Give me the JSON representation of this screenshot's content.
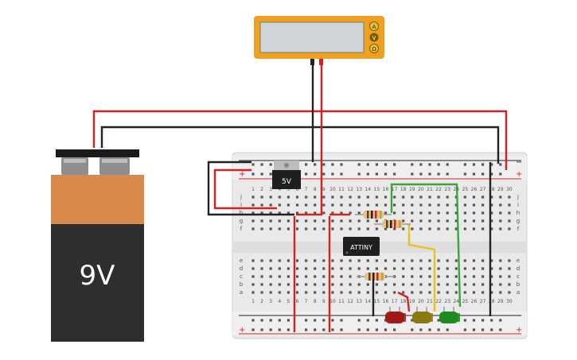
{
  "battery": {
    "label": "9V"
  },
  "multimeter": {
    "modes": [
      "A",
      "V",
      "Ω"
    ],
    "active_mode": "V"
  },
  "regulator": {
    "label": "5V"
  },
  "chip": {
    "label": "ATTINY"
  },
  "breadboard": {
    "columns": [
      "1",
      "2",
      "3",
      "4",
      "5",
      "6",
      "7",
      "8",
      "9",
      "10",
      "11",
      "12",
      "13",
      "14",
      "15",
      "16",
      "17",
      "18",
      "19",
      "20",
      "21",
      "22",
      "23",
      "24",
      "25",
      "26",
      "27",
      "28",
      "29",
      "30"
    ],
    "rows_upper": [
      "j",
      "i",
      "h",
      "g",
      "f"
    ],
    "rows_lower": [
      "e",
      "d",
      "c",
      "b",
      "a"
    ],
    "rail_plus": "+",
    "rail_minus": "−"
  },
  "leds": [
    {
      "name": "red-led",
      "color": "#a11a1a"
    },
    {
      "name": "yellow-led",
      "color": "#8a7a10"
    },
    {
      "name": "green-led",
      "color": "#1f8a1f"
    }
  ],
  "colors": {
    "wire_red": "#d32222",
    "wire_black": "#222222",
    "wire_green": "#3aa63a",
    "wire_yellow": "#e6c21a",
    "meter_body": "#f0a020",
    "battery_copper": "#d98a4a",
    "battery_body": "#2e2e2e"
  }
}
